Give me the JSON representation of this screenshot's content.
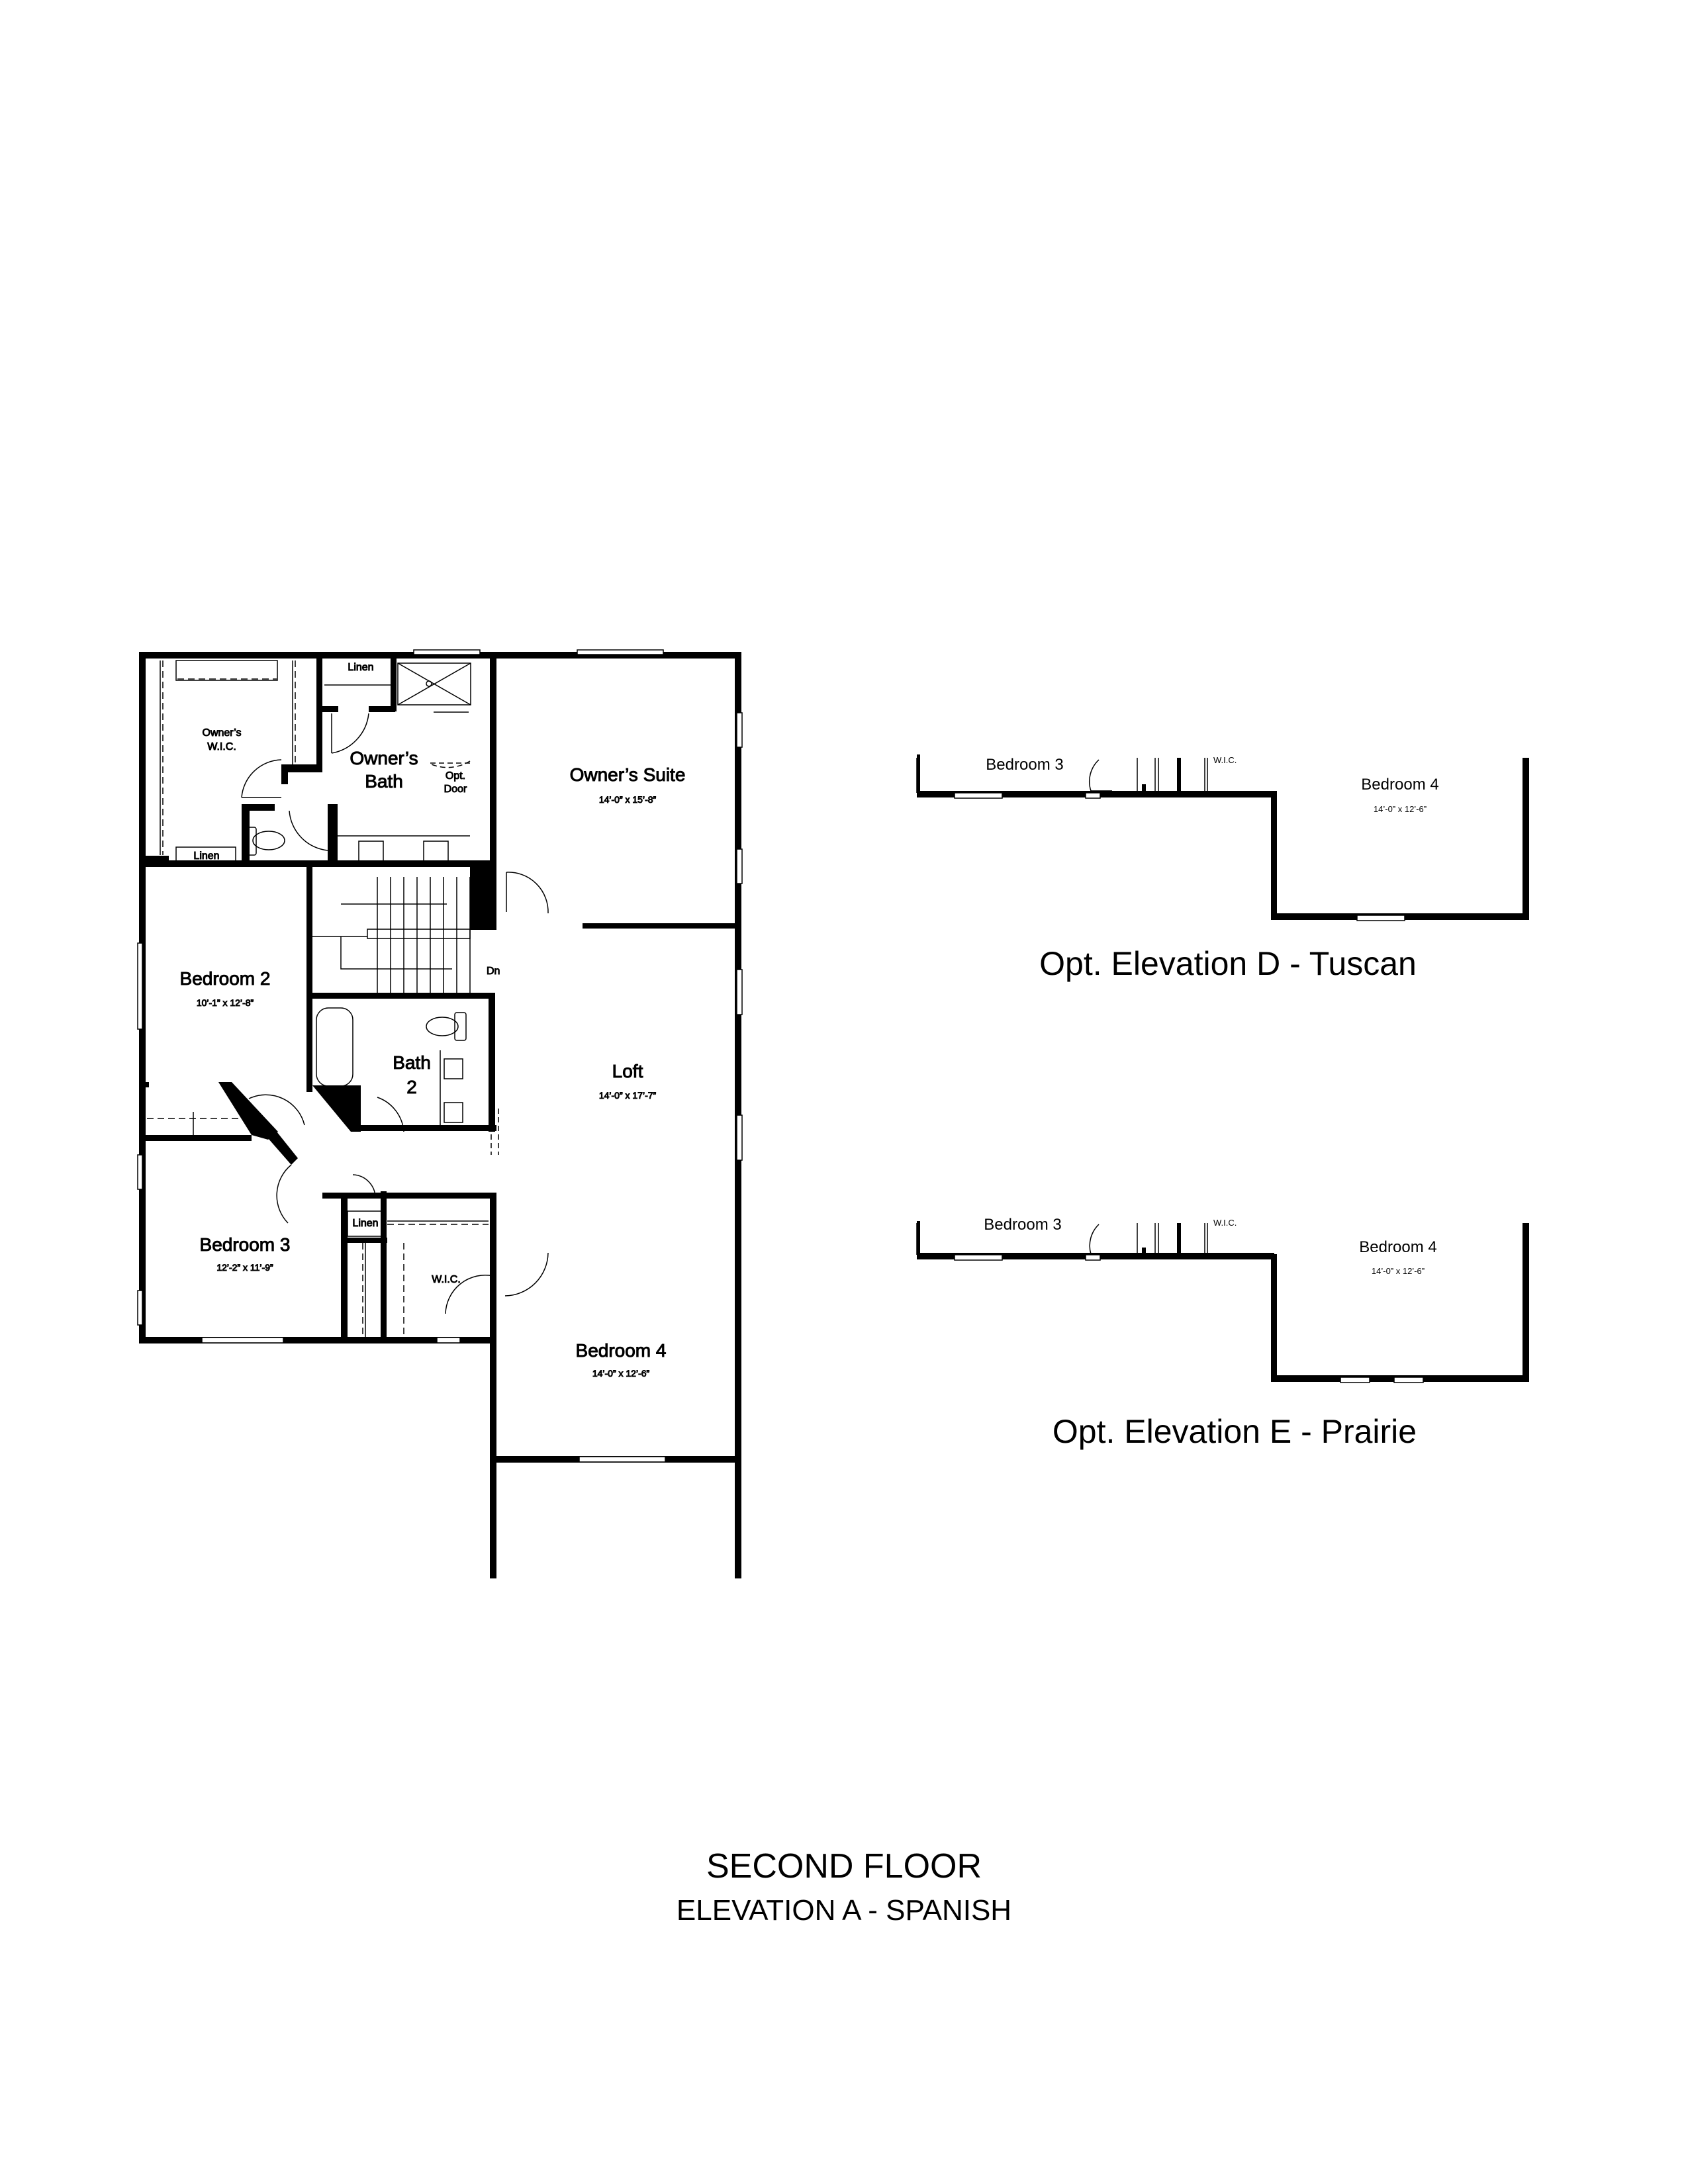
{
  "sheet": {
    "title": "SECOND FLOOR",
    "subtitle": "ELEVATION A - SPANISH"
  },
  "main_plan": {
    "rooms": {
      "owners_wic": {
        "name_line1": "Owner’s",
        "name_line2": "W.I.C."
      },
      "owners_bath": {
        "name_line1": "Owner’s",
        "name_line2": "Bath",
        "opt_door_line1": "Opt.",
        "opt_door_line2": "Door"
      },
      "owners_suite": {
        "name": "Owner’s Suite",
        "dims": "14’-0” x 15’-8”"
      },
      "linen_top": {
        "name": "Linen"
      },
      "linen_wic": {
        "name": "Linen"
      },
      "linen_hall": {
        "name": "Linen"
      },
      "bedroom2": {
        "name": "Bedroom 2",
        "dims": "10’-1” x 12’-8”"
      },
      "bath2": {
        "name_line1": "Bath",
        "name_line2": "2"
      },
      "stairs": {
        "label": "Dn"
      },
      "loft": {
        "name": "Loft",
        "dims": "14’-0” x 17’-7”"
      },
      "bedroom3": {
        "name": "Bedroom 3",
        "dims": "12’-2” x 11’-9”"
      },
      "wic": {
        "name": "W.I.C."
      },
      "bedroom4": {
        "name": "Bedroom 4",
        "dims": "14’-0” x 12’-6”"
      }
    }
  },
  "option_d": {
    "caption": "Opt. Elevation D - Tuscan",
    "bedroom3": "Bedroom 3",
    "wic": "W.I.C.",
    "bedroom4": "Bedroom 4",
    "bedroom4_dims": "14’-0” x 12’-6”"
  },
  "option_e": {
    "caption": "Opt. Elevation E - Prairie",
    "bedroom3": "Bedroom 3",
    "wic": "W.I.C.",
    "bedroom4": "Bedroom 4",
    "bedroom4_dims": "14’-0” x 12’-6”"
  },
  "colors": {
    "wall": "#000000",
    "background": "#ffffff"
  }
}
